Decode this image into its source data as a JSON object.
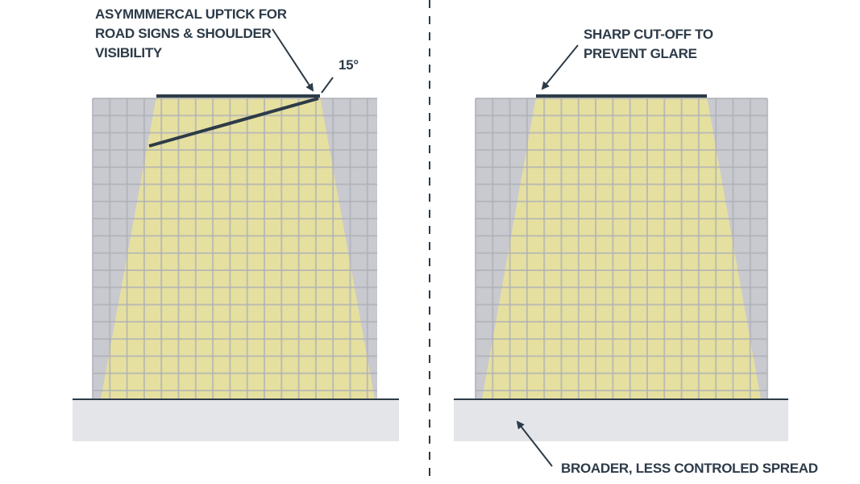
{
  "left_panel": {
    "annotation_lines": [
      "ASYMMMERCAL UPTICK FOR",
      "ROAD SIGNS & SHOULDER",
      "VISIBILITY"
    ],
    "angle_label": "15°"
  },
  "right_panel": {
    "top_annotation_lines": [
      "SHARP CUT-OFF TO",
      "PREVENT GLARE"
    ],
    "bottom_annotation": "BROADER, LESS CONTROLED SPREAD"
  },
  "colors": {
    "text": "#2d3b48",
    "grid_fill": "#c9cacf",
    "grid_line": "#aeb0b7",
    "beam": "#e6e0a0",
    "ground": "#e4e5e8"
  }
}
